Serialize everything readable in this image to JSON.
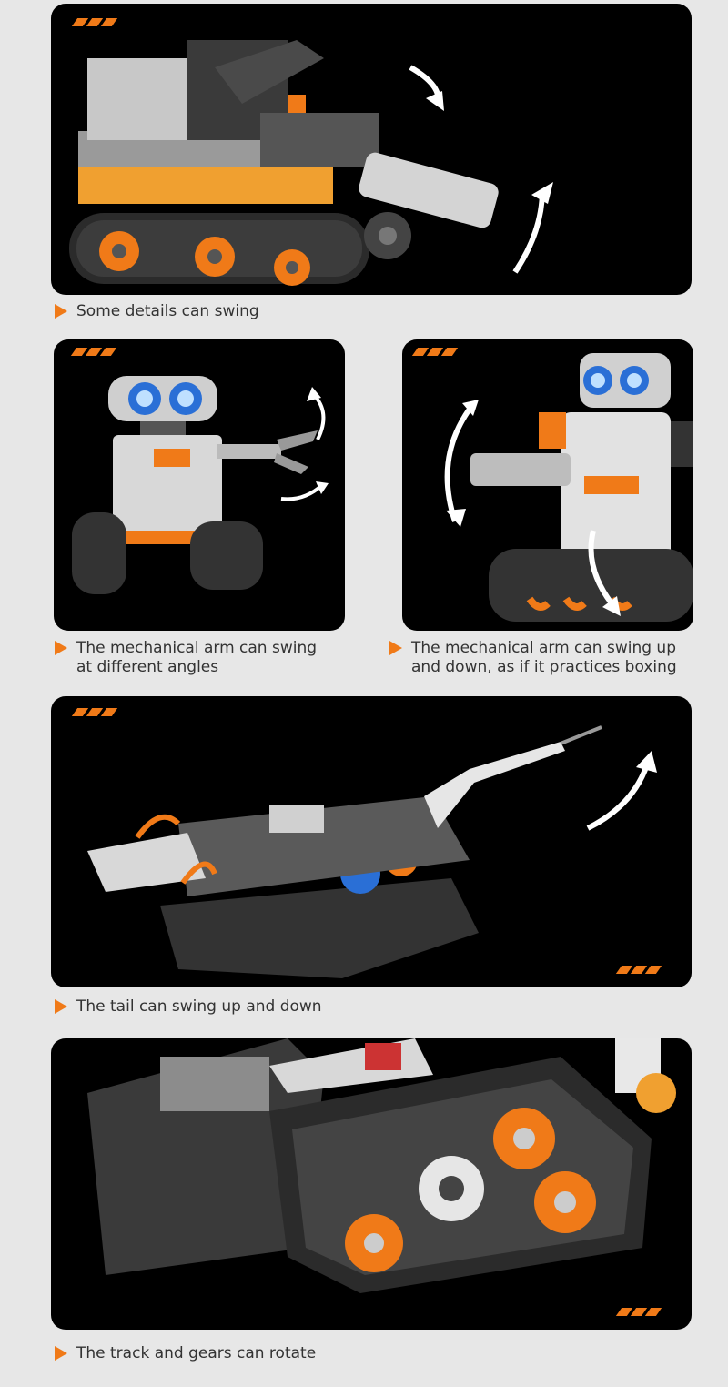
{
  "sections": [
    {
      "caption": "Some details can swing"
    },
    {
      "caption": "The mechanical arm can swing\nat different angles"
    },
    {
      "caption": "The mechanical arm can swing up\nand down, as if it practices boxing"
    },
    {
      "caption": "The tail can swing up and down"
    },
    {
      "caption": "The track and gears can rotate"
    }
  ],
  "colors": {
    "accent": "#f07a18",
    "panel": "#000000",
    "background": "#e7e7e7",
    "text": "#333333"
  },
  "icons": [
    "stripes-badge-icon",
    "play-triangle-icon",
    "curved-arrow-icon"
  ]
}
